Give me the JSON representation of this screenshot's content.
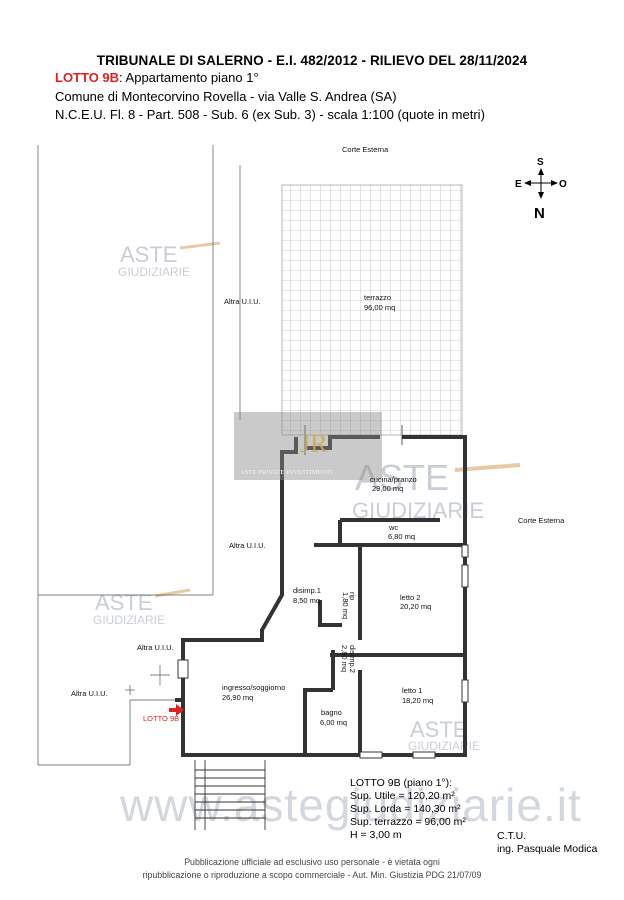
{
  "header": {
    "title": "TRIBUNALE DI SALERNO - E.I. 482/2012 - RILIEVO DEL 28/11/2024",
    "lot_label": "LOTTO 9B",
    "lot_desc": ": Appartamento piano 1°",
    "location": "Comune di Montecorvino Rovella - via Valle S. Andrea (SA)",
    "cadastral": "N.C.E.U. Fl. 8 - Part. 508 - Sub. 6 (ex Sub. 3) - scala 1:100 (quote in metri)"
  },
  "compass": {
    "north": "S",
    "east": "O",
    "west": "E",
    "bottom": "N"
  },
  "plan_labels": {
    "corte_esterna_top": "Corte Esterna",
    "corte_esterna_right": "Corte Esterna",
    "altra_uiu_1": "Altra U.I.U.",
    "altra_uiu_2": "Altra U.I.U.",
    "altra_uiu_3": "Altra U.I.U.",
    "altra_uiu_4": "Altra U.I.U.",
    "terrazzo_name": "terrazzo",
    "terrazzo_area": "96,00 mq",
    "cucina_name": "cucina/pranzo",
    "cucina_area": "29,00 mq",
    "wc_name": "wc",
    "wc_area": "6,80 mq",
    "disimp1_name": "disimp.1",
    "disimp1_area": "8,50 mq",
    "rip_name": "rip",
    "rip_area": "1,80 mq",
    "letto2_name": "letto 2",
    "letto2_area": "20,20 mq",
    "disimp2_name": "disimp.2",
    "disimp2_area": "2,80 mq",
    "letto1_name": "letto 1",
    "letto1_area": "18,20 mq",
    "ingresso_name": "ingresso/soggiorno",
    "ingresso_area": "26,90 mq",
    "bagno_name": "bagno",
    "bagno_area": "6,00 mq",
    "lotto_marker": "LOTTO 9B"
  },
  "watermarks": {
    "aste": "ASTE",
    "giudiziarie": "GIUDIZIARIE",
    "center_caption": "ASTE·PRIVATE·INVESTIMENTI",
    "site": "www.astegiudiziarie.it"
  },
  "summary": {
    "title": "LOTTO 9B (piano 1°):",
    "utile": "Sup. Utile = 120,20  m²",
    "lorda": "Sup. Lorda = 140,30 m²",
    "terrazzo": "Sup. terrazzo = 96,00 m²",
    "altezza": "H = 3,00 m"
  },
  "ctu": {
    "label": "C.T.U.",
    "name": "ing. Pasquale Modica"
  },
  "footer": {
    "line1": "Pubblicazione ufficiale ad esclusivo uso personale - è vietata ogni",
    "line2": "ripubblicazione o riproduzione a scopo commerciale - Aut. Min. Giustizia PDG 21/07/09"
  },
  "colors": {
    "lot_red": "#e32020",
    "wall": "#333333",
    "tile_grid": "#9a9a9a",
    "watermark": "#c8cdd6"
  }
}
